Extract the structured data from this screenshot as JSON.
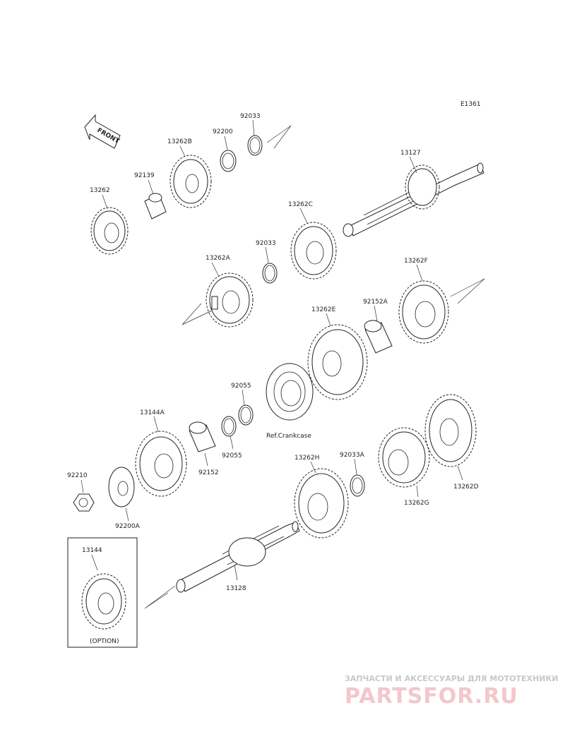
{
  "diagram_code": "E1361",
  "front_arrow": {
    "label": "FRONT",
    "icon": "front-arrow-icon"
  },
  "option_box": {
    "part": "13144",
    "caption": "(OPTION)"
  },
  "reference": "Ref.Crankcase",
  "parts": [
    {
      "id": "p13262",
      "label": "13262"
    },
    {
      "id": "p92139",
      "label": "92139"
    },
    {
      "id": "p13262B",
      "label": "13262B"
    },
    {
      "id": "p92200",
      "label": "92200"
    },
    {
      "id": "p92033",
      "label": "92033"
    },
    {
      "id": "p13127",
      "label": "13127"
    },
    {
      "id": "p13262C",
      "label": "13262C"
    },
    {
      "id": "p92033b",
      "label": "92033"
    },
    {
      "id": "p13262A",
      "label": "13262A"
    },
    {
      "id": "p13262F",
      "label": "13262F"
    },
    {
      "id": "p92152A",
      "label": "92152A"
    },
    {
      "id": "p13262E",
      "label": "13262E"
    },
    {
      "id": "p92055a",
      "label": "92055"
    },
    {
      "id": "p92055b",
      "label": "92055"
    },
    {
      "id": "p13144A",
      "label": "13144A"
    },
    {
      "id": "p92152",
      "label": "92152"
    },
    {
      "id": "p92210",
      "label": "92210"
    },
    {
      "id": "p92200A",
      "label": "92200A"
    },
    {
      "id": "p13262H",
      "label": "13262H"
    },
    {
      "id": "p92033A",
      "label": "92033A"
    },
    {
      "id": "p13262G",
      "label": "13262G"
    },
    {
      "id": "p13262D",
      "label": "13262D"
    },
    {
      "id": "p13128",
      "label": "13128"
    }
  ],
  "watermark": {
    "subtitle": "ЗАПЧАСТИ И АКСЕССУАРЫ ДЛЯ МОТОТЕХНИКИ",
    "brand": "PARTSFOR.RU"
  }
}
